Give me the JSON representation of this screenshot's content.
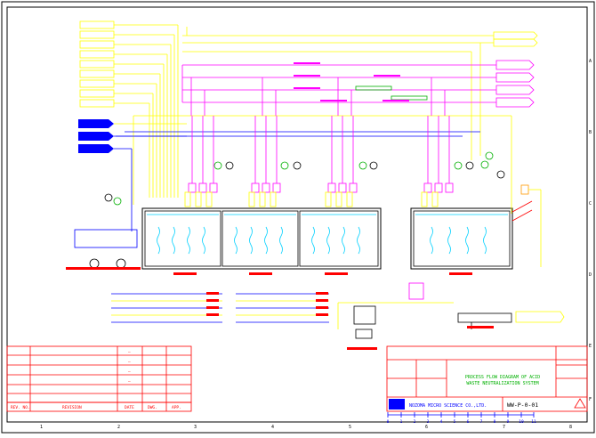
{
  "revision_table": {
    "headers": [
      "REV. NO.",
      "REVISION",
      "DATE",
      "DWG.",
      "APP."
    ],
    "row_marks": [
      "—",
      "—",
      "—",
      "—"
    ]
  },
  "title_block": {
    "title_line1": "PROCESS FLOW DIAGRAM OF ACID",
    "title_line2": "WASTE NEUTRALIZATION SYSTEM",
    "company": "NOZOMA MICRO SCIENCE CO.,LTD.",
    "drawing_no": "WW-P-0-01",
    "scale_ticks": [
      "0",
      "1",
      "2",
      "3",
      "4",
      "5",
      "6",
      "7",
      "8",
      "9",
      "10",
      "11"
    ]
  },
  "border": {
    "bottom_numbers": [
      "1",
      "2",
      "3",
      "4",
      "5",
      "6",
      "7",
      "8"
    ],
    "right_letters": [
      "A",
      "B",
      "C",
      "D",
      "E",
      "F"
    ]
  },
  "colors": {
    "border": "#000000",
    "yellow": "#ffff00",
    "magenta": "#ff00ff",
    "blue": "#0000ff",
    "cyan": "#00d0ff",
    "green": "#00b000",
    "red": "#ff0000",
    "orange": "#ff9900"
  }
}
